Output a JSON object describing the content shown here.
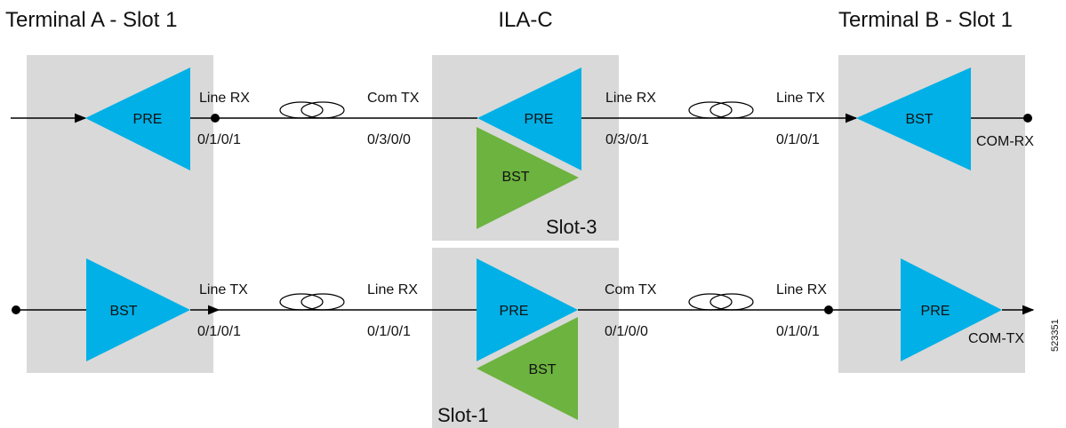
{
  "titles": {
    "terminal_a": "Terminal A - Slot 1",
    "ila": "ILA-C",
    "terminal_b": "Terminal B - Slot 1"
  },
  "amplifiers": {
    "ta_pre": "PRE",
    "ta_bst": "BST",
    "ila_s3_pre": "PRE",
    "ila_s3_bst": "BST",
    "ila_s1_pre": "PRE",
    "ila_s1_bst": "BST",
    "tb_bst": "BST",
    "tb_pre": "PRE"
  },
  "ports": {
    "row1_ta_name": "Line RX",
    "row1_ta_id": "0/1/0/1",
    "row1_ila_left_name": "Com TX",
    "row1_ila_left_id": "0/3/0/0",
    "row1_ila_right_name": "Line RX",
    "row1_ila_right_id": "0/3/0/1",
    "row1_tb_name": "Line TX",
    "row1_tb_id": "0/1/0/1",
    "row1_tb_com": "COM-RX",
    "row2_ta_name": "Line TX",
    "row2_ta_id": "0/1/0/1",
    "row2_ila_left_name": "Line RX",
    "row2_ila_left_id": "0/1/0/1",
    "row2_ila_right_name": "Com TX",
    "row2_ila_right_id": "0/1/0/0",
    "row2_tb_name": "Line RX",
    "row2_tb_id": "0/1/0/1",
    "row2_tb_com": "COM-TX"
  },
  "slots": {
    "upper": "Slot-3",
    "lower": "Slot-1"
  },
  "figure_id": "523351",
  "colors": {
    "pre_amplifier": "#00b0e6",
    "booster_green": "#6cb33f",
    "node_box": "#d9d9d9"
  }
}
